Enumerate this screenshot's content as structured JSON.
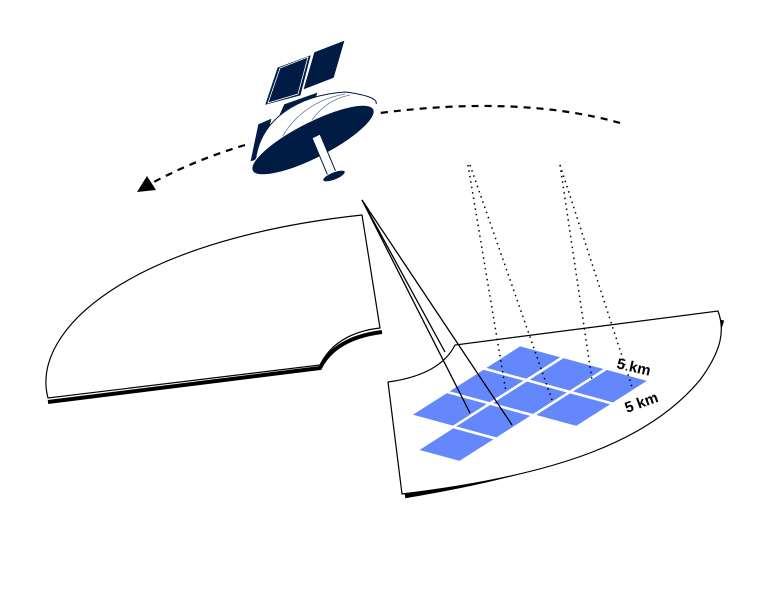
{
  "colors": {
    "satellite": "#001b44",
    "tiles": "#6488fc",
    "outline": "#000000"
  },
  "labels": {
    "tile_width": "5 km",
    "tile_depth": "5 km"
  },
  "grid": {
    "rows": [
      {
        "tiles": 3,
        "offset": 0
      },
      {
        "tiles": 3,
        "offset": 0
      },
      {
        "tiles": 2,
        "offset": 0
      },
      {
        "tiles": 1,
        "offset": 1
      }
    ]
  }
}
